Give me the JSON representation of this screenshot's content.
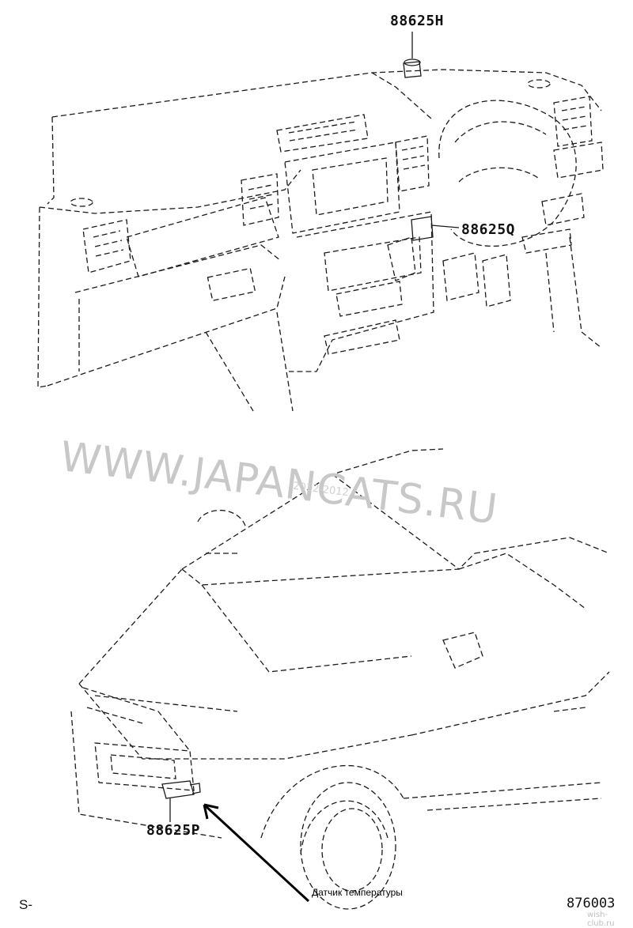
{
  "labels": {
    "sensor_h": "88625H",
    "sensor_q": "88625Q",
    "sensor_p": "88625P"
  },
  "watermark": {
    "text": "WWW.JAPANCATS.RU",
    "small_text": "2012-2012"
  },
  "annotation": {
    "text": "Датчик температуры"
  },
  "corner_left": "S-",
  "figure_number": "876003",
  "site_mark": "wish-club.ru",
  "colors": {
    "line": "#1a1a1a",
    "watermark": "#c8c8c8"
  }
}
